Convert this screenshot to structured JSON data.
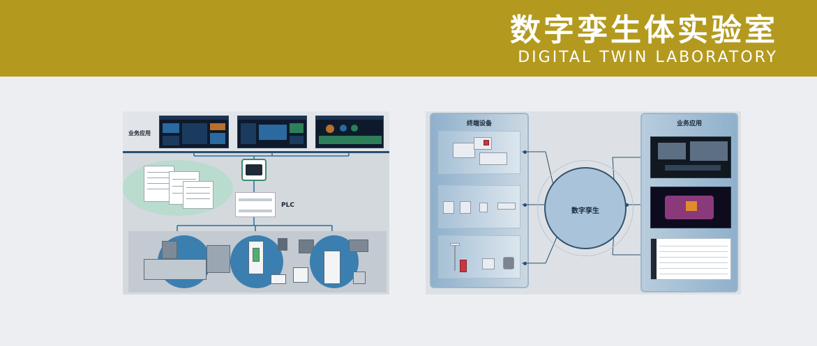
{
  "header": {
    "title": "数字孪生体实验室",
    "subtitle": "DIGITAL TWIN LABORATORY",
    "bg_color": "#b39a1f"
  },
  "left_diagram": {
    "business_label": "业务应用",
    "plc_label": "PLC"
  },
  "right_diagram": {
    "terminal_title": "终端设备",
    "business_title": "业务应用",
    "core_label": "数字孪生"
  }
}
